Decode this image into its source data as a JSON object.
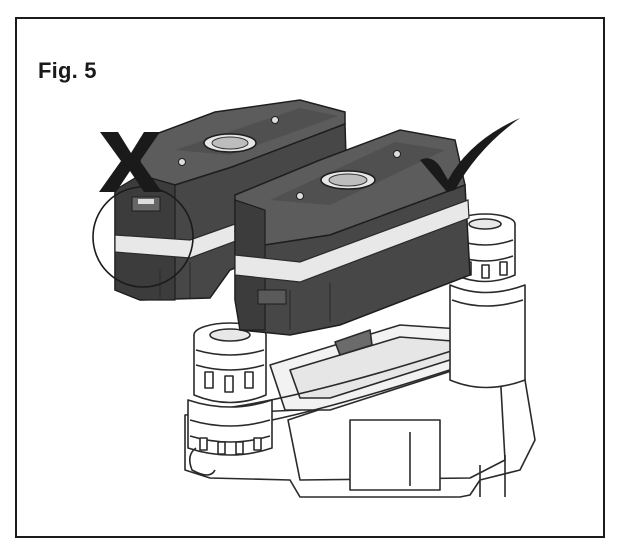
{
  "figure": {
    "label": "Fig. 5",
    "wrong_mark": "incorrect-x-mark",
    "right_mark": "correct-check-mark",
    "colors": {
      "cover_dark": "#4a4a4a",
      "cover_top": "#5c5c5c",
      "band": "#e8e8e8",
      "body_outline": "#2a2a2a",
      "body_fill": "#ffffff",
      "frame": "#1b1b1b"
    }
  }
}
